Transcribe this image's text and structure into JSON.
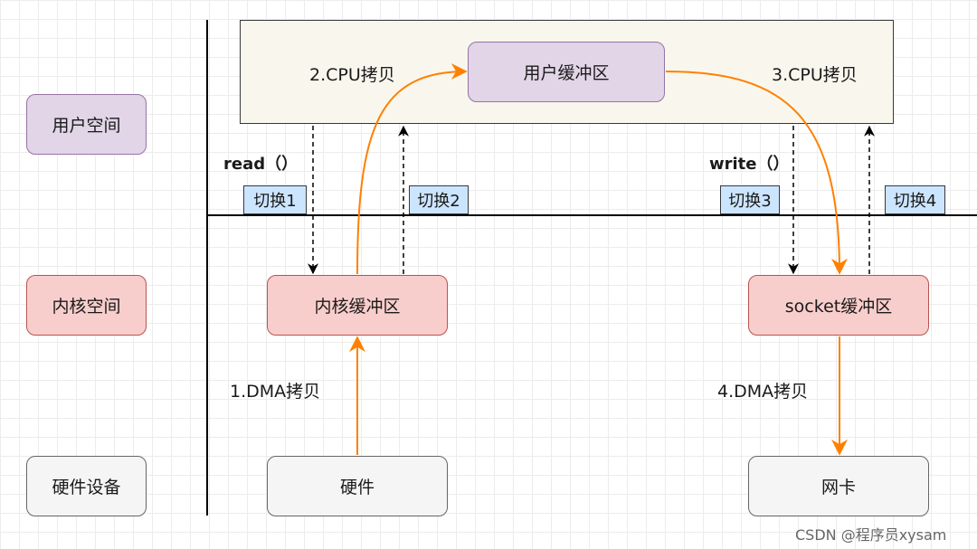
{
  "layers": {
    "user": "用户空间",
    "kernel": "内核空间",
    "hardware": "硬件设备"
  },
  "boxes": {
    "user_buffer": "用户缓冲区",
    "kernel_buffer": "内核缓冲区",
    "socket_buffer": "socket缓冲区",
    "hardware": "硬件",
    "nic": "网卡"
  },
  "labels": {
    "cpu_copy_2": "2.CPU拷贝",
    "cpu_copy_3": "3.CPU拷贝",
    "dma_copy_1": "1.DMA拷贝",
    "dma_copy_4": "4.DMA拷贝",
    "read_call": "read（）",
    "write_call": "write（）"
  },
  "switches": [
    "切换1",
    "切换2",
    "切换3",
    "切换4"
  ],
  "watermark": "CSDN @程序员xysam",
  "colors": {
    "copy_arrow": "#ff8000",
    "switch_arrow": "#000000",
    "user_fill": "#e1d5e7",
    "kernel_fill": "#f8cecc",
    "hardware_fill": "#f5f5f5",
    "switch_fill": "#cce5ff"
  }
}
